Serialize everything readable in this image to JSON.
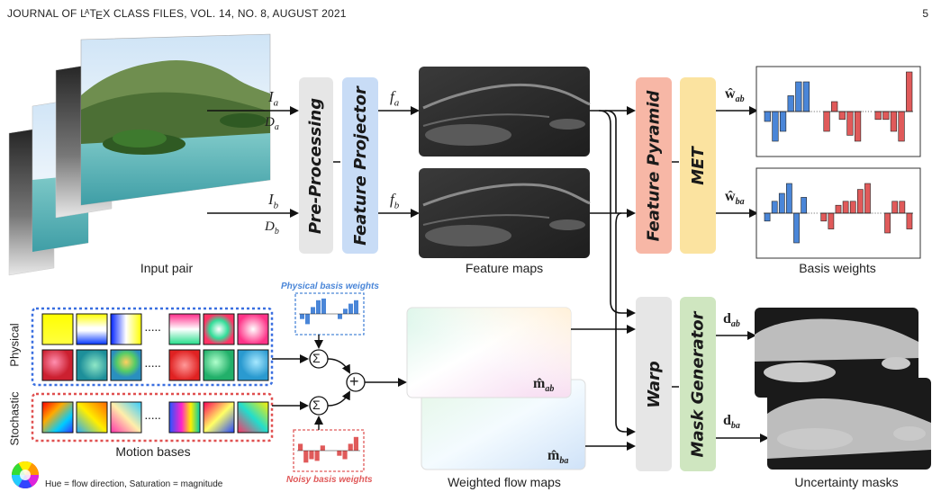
{
  "header": {
    "journal": "JOURNAL OF L",
    "latex_a": "A",
    "latex_tex": "T",
    "latex_e": "E",
    "latex_x": "X CLASS FILES, VOL. 14, NO. 8, AUGUST 2021",
    "page": "5"
  },
  "captions": {
    "input_pair": "Input pair",
    "feature_maps": "Feature maps",
    "basis_weights": "Basis weights",
    "motion_bases": "Motion bases",
    "weighted_flow_maps": "Weighted flow maps",
    "uncertainty_masks": "Uncertainty masks",
    "hue_legend": "Hue = flow direction, Saturation = magnitude"
  },
  "blocks": {
    "pre_processing": "Pre-Processing",
    "feature_projector": "Feature Projector",
    "feature_pyramid": "Feature Pyramid",
    "met": "MET",
    "warp": "Warp",
    "mask_generator": "Mask Generator"
  },
  "labels": {
    "physical": "Physical",
    "stochastic": "Stochastic",
    "physical_basis_weights": "Physical basis weights",
    "noisy_basis_weights": "Noisy basis weights",
    "sigma": "Σ",
    "plus": "+",
    "ellipsis": "·····"
  },
  "math": {
    "Ia": "I",
    "Ia_sub": "a",
    "Da": "D",
    "Da_sub": "a",
    "Ib": "I",
    "Ib_sub": "b",
    "Db": "D",
    "Db_sub": "b",
    "fa": "f",
    "fa_sub": "a",
    "fb": "f",
    "fb_sub": "b",
    "wab": "ŵ",
    "wab_sub": "ab",
    "wba": "ŵ",
    "wba_sub": "ba",
    "mab": "m̂",
    "mab_sub": "ab",
    "mba": "m̂",
    "mba_sub": "ba",
    "dab": "d",
    "dab_sub": "ab",
    "dba": "d",
    "dba_sub": "ba"
  },
  "colors": {
    "pre_processing": "#e6e6e6",
    "feature_projector": "#c8dcf6",
    "feature_pyramid": "#f7b7a6",
    "met": "#fbe3a0",
    "warp": "#e6e6e6",
    "mask_generator": "#cfe6c0",
    "physical_border": "#3a6fe0",
    "stochastic_border": "#e05050",
    "bar_blue": "#4a86d8",
    "bar_red": "#e05a5a"
  },
  "chart_data": [
    {
      "type": "bar",
      "series": [
        {
          "values": [
            -0.25,
            -0.75,
            -0.5,
            0.4,
            0.75,
            0.75
          ]
        },
        {
          "values": [
            -0.5,
            0.25,
            -0.2,
            -0.6,
            -0.75
          ]
        },
        {
          "values": [
            -0.2,
            -0.2,
            -0.5,
            -0.75,
            1.0
          ]
        }
      ]
    },
    {
      "type": "bar",
      "series": [
        {
          "values": [
            -0.2,
            0.3,
            0.5,
            0.75,
            -0.75,
            0.4
          ]
        },
        {
          "values": [
            -0.2,
            -0.4,
            0.2,
            0.3,
            0.3,
            0.6,
            0.75
          ]
        },
        {
          "values": [
            -0.5,
            0.3,
            0.3,
            -0.4
          ]
        }
      ]
    }
  ]
}
